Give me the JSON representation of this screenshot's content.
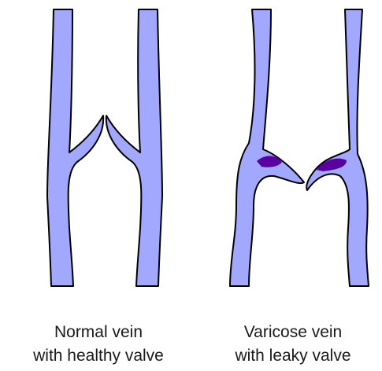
{
  "colors": {
    "vein_fill": "#a3a8ff",
    "vein_outline": "#000000",
    "pooled_blood": "#5a00a0",
    "background": "#ffffff"
  },
  "panels": [
    {
      "id": "normal",
      "caption_line1": "Normal vein",
      "caption_line2": "with healthy valve"
    },
    {
      "id": "varicose",
      "caption_line1": "Varicose vein",
      "caption_line2": "with leaky valve"
    }
  ]
}
